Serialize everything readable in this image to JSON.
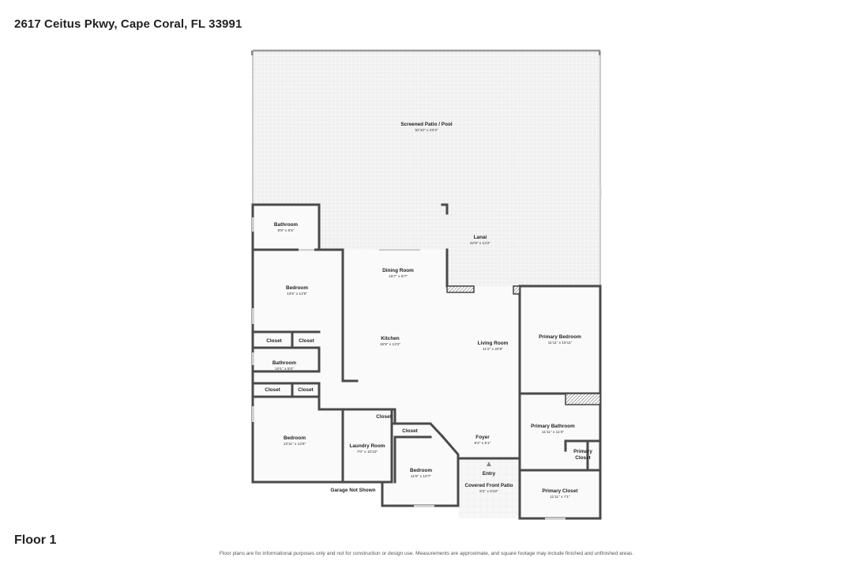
{
  "header": {
    "address": "2617 Ceitus Pkwy, Cape Coral, FL 33991"
  },
  "floor": {
    "label": "Floor 1"
  },
  "footer": {
    "disclaimer": "Floor plans are for informational purposes only and not for construction or design use. Measurements are approximate, and square footage may include finished and unfinished areas."
  },
  "rooms": {
    "screened_patio": {
      "name": "Screened Patio / Pool",
      "dims": "52'10\" x 23'3\""
    },
    "lanai": {
      "name": "Lanai",
      "dims": "42'9\" x 12'2\""
    },
    "bathroom_1": {
      "name": "Bathroom",
      "dims": "9'8\" x 6'5\""
    },
    "bedroom_1": {
      "name": "Bedroom",
      "dims": "13'5\" x 12'5\""
    },
    "dining_room": {
      "name": "Dining Room",
      "dims": "15'7\" x 6'7\""
    },
    "kitchen": {
      "name": "Kitchen",
      "dims": "15'6\" x 13'2\""
    },
    "living_room": {
      "name": "Living Room",
      "dims": "11'2\" x 20'9\""
    },
    "primary_bedroom": {
      "name": "Primary Bedroom",
      "dims": "11'11\" x 15'11\""
    },
    "bathroom_2": {
      "name": "Bathroom",
      "dims": "10'1\" x 5'0\""
    },
    "bedroom_2": {
      "name": "Bedroom",
      "dims": "13'11\" x 12'8\""
    },
    "laundry_room": {
      "name": "Laundry Room",
      "dims": "7'0\" x 10'10\""
    },
    "bedroom_3": {
      "name": "Bedroom",
      "dims": "11'6\" x 10'7\""
    },
    "foyer": {
      "name": "Foyer",
      "dims": "9'2\" x 5'1\""
    },
    "covered_front_patio": {
      "name": "Covered Front Patio",
      "dims": "9'2\" x 8'10\""
    },
    "primary_bathroom": {
      "name": "Primary Bathroom",
      "dims": "11'11\" x 11'3\""
    },
    "primary_closet_2": {
      "name": "Primary Closet",
      "dims": "11'11\" x 7'1\""
    }
  },
  "labels": {
    "closet": "Closet",
    "primary_closet_small_line1": "Primary",
    "primary_closet_small_line2": "Closet",
    "entry": "Entry",
    "garage": "Garage Not Shown"
  }
}
